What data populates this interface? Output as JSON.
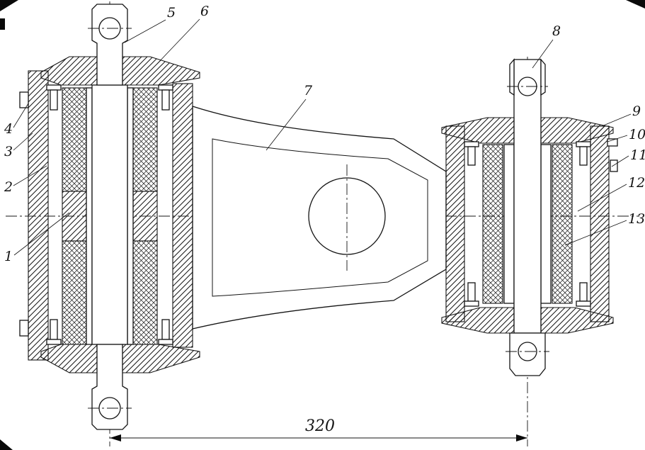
{
  "figure": {
    "type": "technical-cross-section-drawing",
    "description": "Sectional assembly drawing of a torque rod with two rubber-bushed pin joints connected by an arm with a large round opening",
    "callouts": {
      "c1": "1",
      "c2": "2",
      "c3": "3",
      "c4": "4",
      "c5": "5",
      "c6": "6",
      "c7": "7",
      "c8": "8",
      "c9": "9",
      "c10": "10",
      "c11": "11",
      "c12": "12",
      "c13": "13"
    },
    "dimension": "320",
    "colors": {
      "ink": "#141414",
      "paper": "#ffffff"
    }
  }
}
